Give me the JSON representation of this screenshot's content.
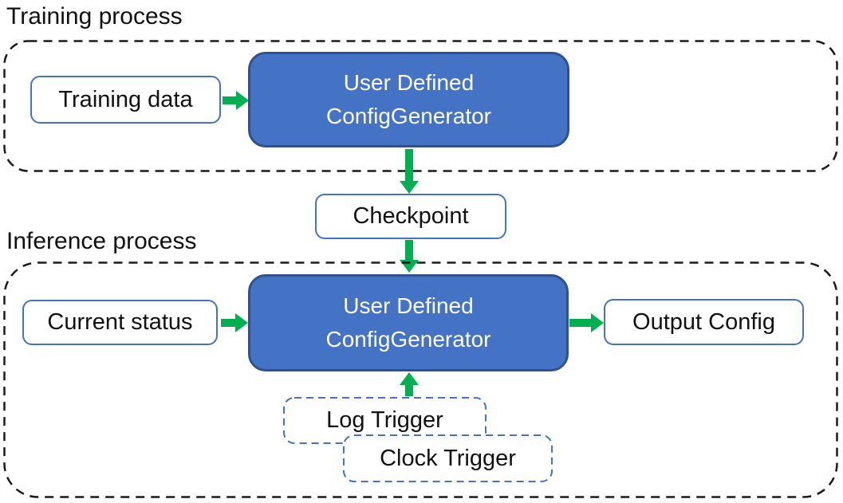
{
  "colors": {
    "accent_blue": "#4472C4",
    "generator_fill": "#4472C4",
    "generator_border": "#2F528F",
    "generator_text": "#FFFFFF",
    "arrow_green": "#00B050",
    "container_dash": "#1A1A1A",
    "text_dark": "#111111"
  },
  "training": {
    "label": "Training process",
    "training_data": "Training data",
    "generator": {
      "line1": "User Defined",
      "line2": "ConfigGenerator"
    }
  },
  "checkpoint": {
    "label": "Checkpoint"
  },
  "inference": {
    "label": "Inference process",
    "current_status": "Current status",
    "generator": {
      "line1": "User Defined",
      "line2": "ConfigGenerator"
    },
    "output_config": "Output Config",
    "log_trigger": "Log Trigger",
    "clock_trigger": "Clock Trigger"
  },
  "edges": [
    {
      "from": "Training data",
      "to": "User Defined ConfigGenerator (training)",
      "direction": "right"
    },
    {
      "from": "User Defined ConfigGenerator (training)",
      "to": "Checkpoint",
      "direction": "down"
    },
    {
      "from": "Checkpoint",
      "to": "User Defined ConfigGenerator (inference)",
      "direction": "down"
    },
    {
      "from": "Current status",
      "to": "User Defined ConfigGenerator (inference)",
      "direction": "right"
    },
    {
      "from": "User Defined ConfigGenerator (inference)",
      "to": "Output Config",
      "direction": "right"
    },
    {
      "from": "Log Trigger / Clock Trigger",
      "to": "User Defined ConfigGenerator (inference)",
      "direction": "up"
    }
  ]
}
